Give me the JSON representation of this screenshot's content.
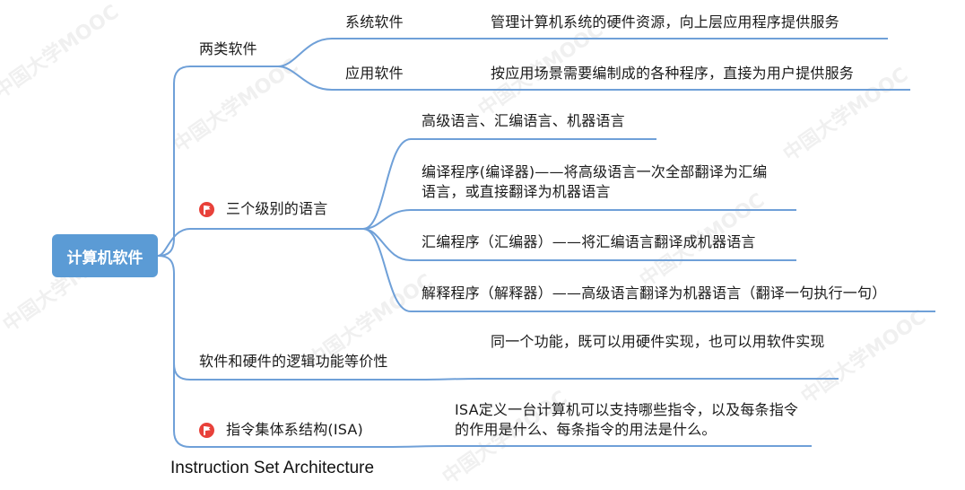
{
  "root": {
    "label": "计算机软件"
  },
  "branches": {
    "two_types": {
      "label": "两类软件",
      "children": {
        "system": {
          "label": "系统软件",
          "desc": "管理计算机系统的硬件资源，向上层应用程序提供服务"
        },
        "application": {
          "label": "应用软件",
          "desc": "按应用场景需要编制成的各种程序，直接为用户提供服务"
        }
      }
    },
    "three_levels": {
      "label": "三个级别的语言",
      "flag_icon": "red-flag-icon",
      "children": [
        "高级语言、汇编语言、机器语言",
        "编译程序(编译器)——将高级语言一次全部翻译为汇编语言，或直接翻译为机器语言",
        "汇编程序（汇编器）——将汇编语言翻译成机器语言",
        "解释程序（解释器）——高级语言翻译为机器语言（翻译一句执行一句）"
      ]
    },
    "equivalence": {
      "label": "软件和硬件的逻辑功能等价性",
      "desc": "同一个功能，既可以用硬件实现，也可以用软件实现"
    },
    "isa": {
      "label": "指令集体系结构(ISA)",
      "flag_icon": "red-flag-icon",
      "desc": "ISA定义一台计算机可以支持哪些指令，以及每条指令的作用是什么、每条指令的用法是什么。"
    }
  },
  "caption": "Instruction Set Architecture",
  "watermark": "中国大学MOOC",
  "colors": {
    "line": "#6fa0d8",
    "root_fill": "#5b9bd5",
    "flag": "#e8413a"
  }
}
